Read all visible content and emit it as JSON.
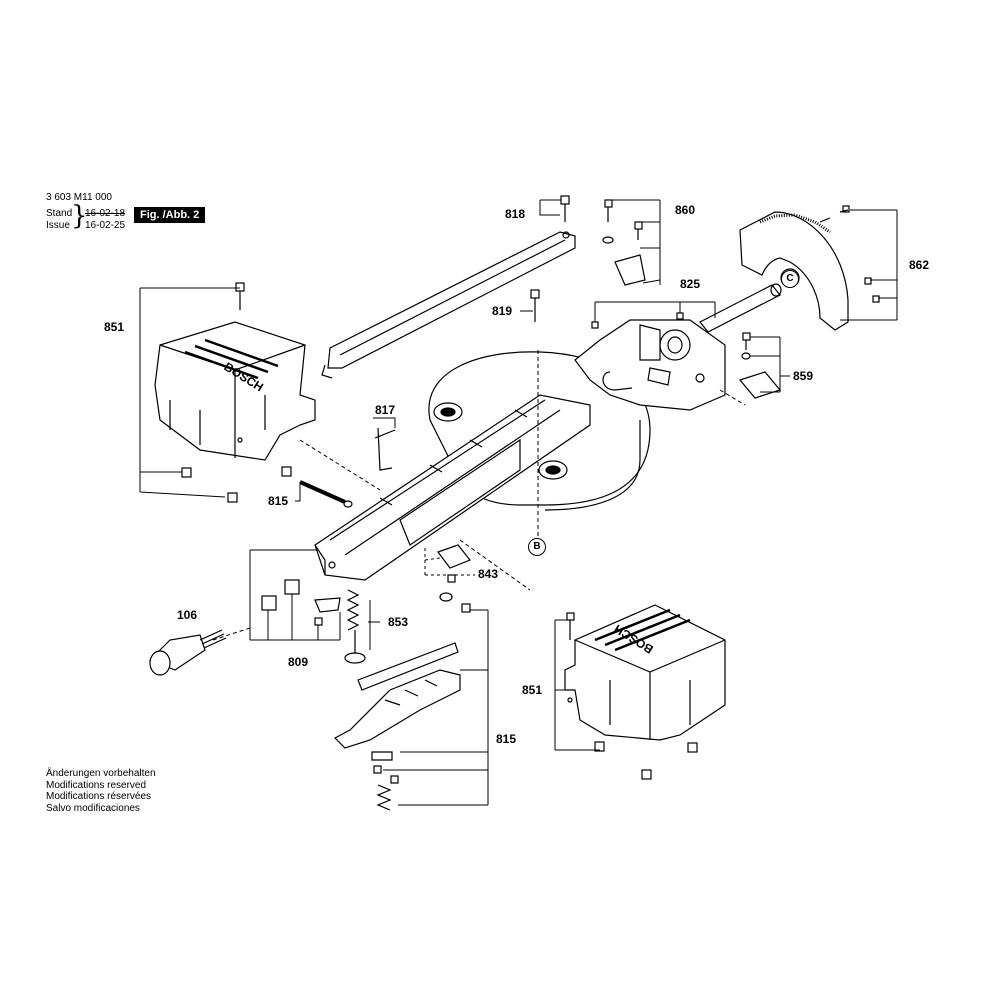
{
  "header": {
    "doc_number": "3 603 M11 000",
    "stand_label": "Stand",
    "stand_date": "16-02-18",
    "issue_label": "Issue",
    "issue_date": "16-02-25",
    "figure_label": "Fig. /Abb. 2"
  },
  "parts": {
    "p818": "818",
    "p860": "860",
    "p862": "862",
    "p825": "825",
    "p851_top": "851",
    "p819": "819",
    "p859": "859",
    "p817": "817",
    "p815_mid": "815",
    "p843": "843",
    "p106": "106",
    "p853": "853",
    "p809": "809",
    "p851_bottom": "851",
    "p815_bottom": "815"
  },
  "callouts": {
    "b": "B",
    "c": "C"
  },
  "brand": {
    "logo_text": "BOSCH"
  },
  "notes": [
    "Änderungen vorbehalten",
    "Modifications reserved",
    "Modifications réservées",
    "Salvo modificaciones"
  ],
  "colors": {
    "line": "#000000",
    "background": "#ffffff",
    "badge_bg": "#000000",
    "badge_text": "#ffffff"
  }
}
